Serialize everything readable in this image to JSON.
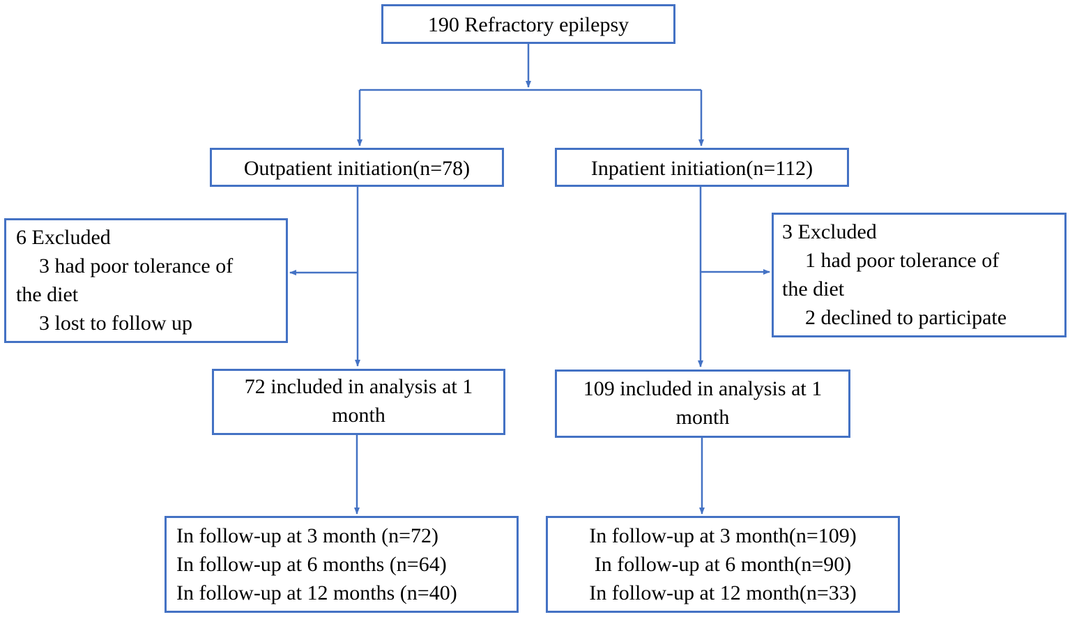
{
  "nodes": {
    "total": "190 Refractory epilepsy",
    "outpatient": "Outpatient initiation(n=78)",
    "inpatient": "Inpatient initiation(n=112)",
    "excluded_left": {
      "title": "6 Excluded",
      "lines": [
        "3 had poor tolerance of",
        "the diet",
        "3 lost to follow up"
      ]
    },
    "excluded_right": {
      "title": "3 Excluded",
      "lines": [
        "1 had poor tolerance of",
        "the diet",
        "2 declined to participate"
      ]
    },
    "analysis_left": [
      "72 included in analysis at 1",
      "month"
    ],
    "analysis_right": [
      "109 included in analysis at 1",
      "month"
    ],
    "followup_left": [
      "In follow-up at 3 month (n=72)",
      "In follow-up at 6 months (n=64)",
      "In follow-up at 12 months (n=40)"
    ],
    "followup_right": [
      "In follow-up at 3 month(n=109)",
      "In follow-up at 6 month(n=90)",
      "In follow-up at 12 month(n=33)"
    ]
  },
  "colors": {
    "border": "#4472c4",
    "connector": "#4472c4",
    "text": "#000000",
    "background": "#ffffff"
  }
}
